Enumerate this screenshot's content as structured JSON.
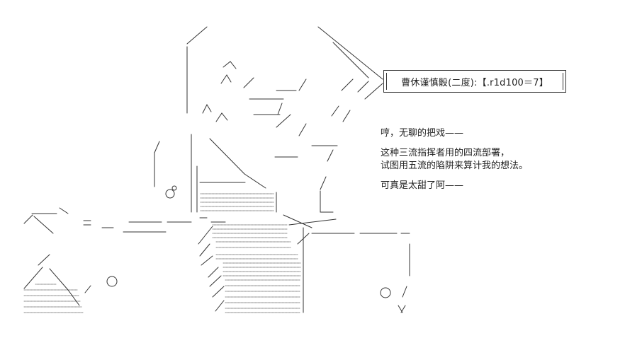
{
  "roll_box": {
    "text": "曹休谨慎骰(二度):【.r1d100＝7】"
  },
  "dialogue": {
    "line1": "哼，无聊的把戏——",
    "line2": "这种三流指挥者用的四流部署，",
    "line3": "试图用五流的陷阱来算计我的想法。",
    "line4": "可真是太甜了阿——"
  }
}
